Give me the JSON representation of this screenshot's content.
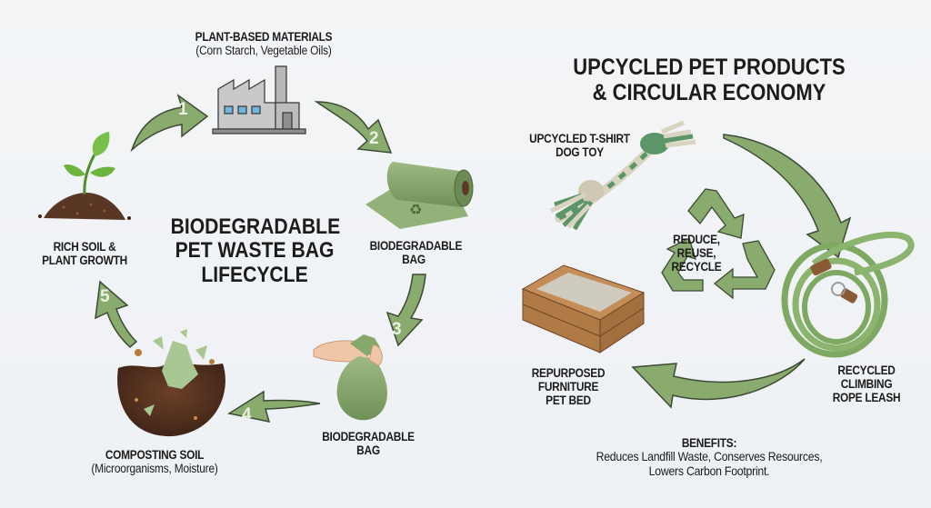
{
  "left": {
    "title_lines": [
      "BIODEGRADABLE",
      "PET WASTE BAG",
      "LIFECYCLE"
    ],
    "stages": [
      {
        "name": "PLANT-BASED MATERIALS",
        "detail": "(Corn Starch, Vegetable Oils)",
        "icon": "factory-icon"
      },
      {
        "name_lines": [
          "BIODEGRADABLE",
          "BAG"
        ],
        "icon": "bag-roll-icon"
      },
      {
        "name_lines": [
          "BIODEGRADABLE",
          "BAG"
        ],
        "icon": "tied-bag-in-hand-icon"
      },
      {
        "name": "COMPOSTING SOIL",
        "detail": "(Microorganisms, Moisture)",
        "icon": "compost-soil-icon"
      },
      {
        "name_lines": [
          "RICH SOIL &",
          "PLANT GROWTH"
        ],
        "icon": "sprout-icon"
      }
    ],
    "arrows": [
      "1",
      "2",
      "3",
      "4",
      "5"
    ]
  },
  "right": {
    "title_lines": [
      "UPCYCLED PET PRODUCTS",
      "& CIRCULAR ECONOMY"
    ],
    "products": [
      {
        "name_lines": [
          "UPCYCLED T-SHIRT",
          "DOG TOY"
        ],
        "icon": "rope-toy-icon"
      },
      {
        "name_lines": [
          "RECYCLED",
          "CLIMBING",
          "ROPE LEASH"
        ],
        "icon": "leash-icon"
      },
      {
        "name_lines": [
          "REPURPOSED",
          "FURNITURE",
          "PET BED"
        ],
        "icon": "crate-bed-icon"
      }
    ],
    "center_lines": [
      "REDUCE,",
      "REUSE,",
      "RECYCLE"
    ],
    "benefits": {
      "heading": "BENEFITS:",
      "lines": [
        "Reduces Landfill Waste, Conserves Resources,",
        "Lowers Carbon Footprint."
      ]
    }
  },
  "colors": {
    "arrow_fill": "#8aab6e",
    "arrow_stroke": "#3d4a35",
    "leaf_green": "#6db33f",
    "bag_green": "#86a86a",
    "soil_brown": "#4a2c1c",
    "wood": "#b07a47",
    "text": "#1c1c1c"
  }
}
